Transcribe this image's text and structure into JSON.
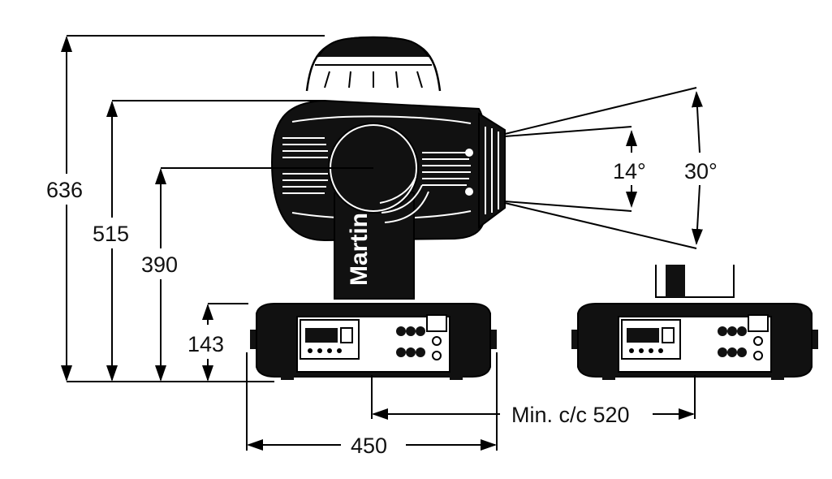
{
  "figure": {
    "colors": {
      "ink": "#000000",
      "fixture_fill": "#111111",
      "paper": "#ffffff"
    },
    "dimensions": {
      "height_total": "636",
      "height_tilt_top": "515",
      "height_tilt_axis": "390",
      "height_base": "143",
      "width_base": "450",
      "min_spacing": "Min. c/c 520"
    },
    "angles": {
      "beam_narrow": "14°",
      "beam_wide": "30°"
    },
    "logo": {
      "text": "Martin"
    }
  }
}
